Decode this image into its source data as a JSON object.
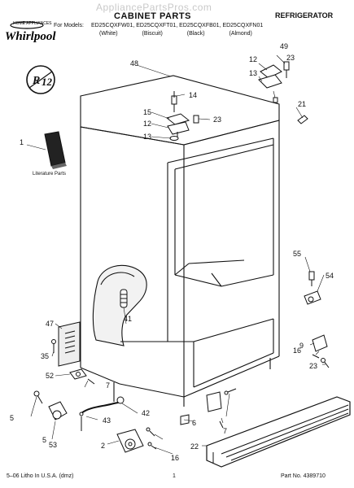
{
  "watermark": "AppliancePartsPros.com",
  "header": {
    "title": "CABINET PARTS",
    "appliance": "REFRIGERATOR",
    "models_label": "For Models:",
    "models": "ED25CQXFW01, ED25CQXFT01, ED25CQXFB01, ED25CQXFN01",
    "colors": [
      "(White)",
      "(Biscuit)",
      "(Black)",
      "(Almond)"
    ]
  },
  "brand": {
    "name": "Whirlpool",
    "small_text": "HOME APPLIANCES"
  },
  "literature_label": "Literature Parts",
  "callouts": [
    "1",
    "2",
    "5",
    "5",
    "6",
    "7",
    "7",
    "9",
    "12",
    "12",
    "13",
    "13",
    "14",
    "15",
    "16",
    "16",
    "21",
    "22",
    "23",
    "23",
    "23",
    "35",
    "41",
    "42",
    "43",
    "47",
    "48",
    "49",
    "52",
    "53",
    "54",
    "55"
  ],
  "footer": {
    "left": "5–06 Litho In U.S.A. (dmz)",
    "page": "1",
    "part_no": "Part No. 4389710"
  }
}
